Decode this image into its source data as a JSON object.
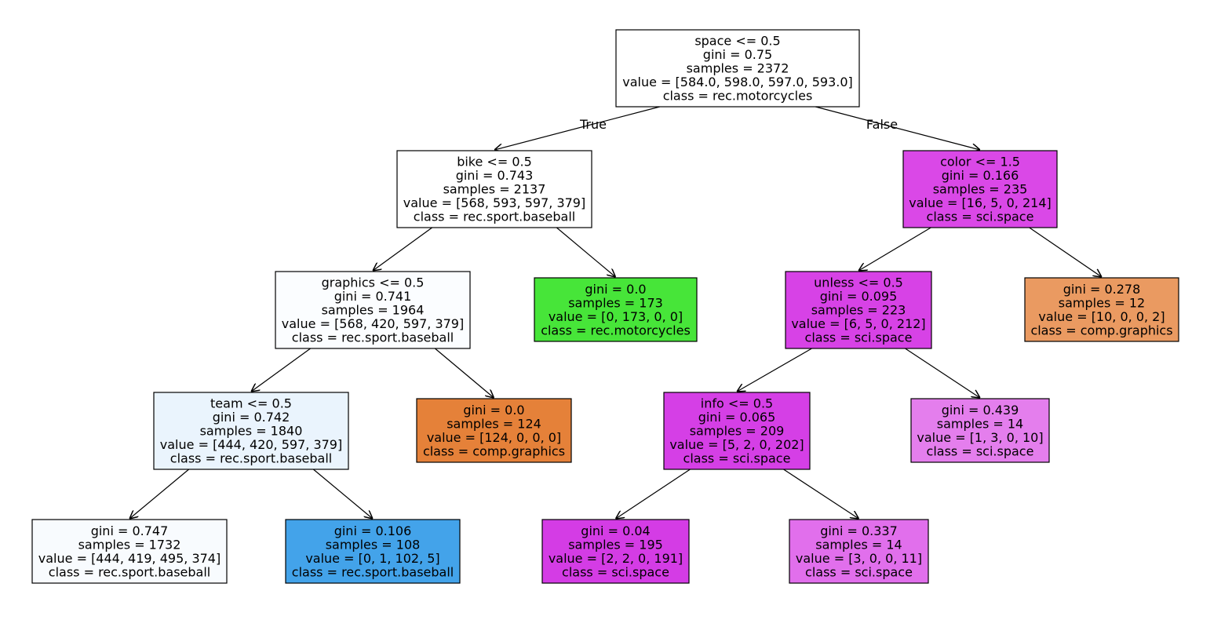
{
  "tree": {
    "edge_labels": {
      "true": "True",
      "false": "False"
    },
    "nodes": [
      {
        "id": "n0",
        "lines": [
          "space <= 0.5",
          "gini = 0.75",
          "samples = 2372",
          "value = [584.0, 598.0, 597.0, 593.0]",
          "class = rec.motorcycles"
        ],
        "fill": "#ffffff"
      },
      {
        "id": "n1",
        "lines": [
          "bike <= 0.5",
          "gini = 0.743",
          "samples = 2137",
          "value = [568, 593, 597, 379]",
          "class = rec.sport.baseball"
        ],
        "fill": "#ffffff"
      },
      {
        "id": "n2",
        "lines": [
          "graphics <= 0.5",
          "gini = 0.741",
          "samples = 1964",
          "value = [568, 420, 597, 379]",
          "class = rec.sport.baseball"
        ],
        "fill": "#fbfdff"
      },
      {
        "id": "n3",
        "lines": [
          "team <= 0.5",
          "gini = 0.742",
          "samples = 1840",
          "value = [444, 420, 597, 379]",
          "class = rec.sport.baseball"
        ],
        "fill": "#eaf4fd"
      },
      {
        "id": "n4",
        "lines": [
          "gini = 0.747",
          "samples = 1732",
          "value = [444, 419, 495, 374]",
          "class = rec.sport.baseball"
        ],
        "fill": "#f8fbfe"
      },
      {
        "id": "n5",
        "lines": [
          "gini = 0.106",
          "samples = 108",
          "value = [0, 1, 102, 5]",
          "class = rec.sport.baseball"
        ],
        "fill": "#43a3ea"
      },
      {
        "id": "n6",
        "lines": [
          "gini = 0.0",
          "samples = 124",
          "value = [124, 0, 0, 0]",
          "class = comp.graphics"
        ],
        "fill": "#e58139"
      },
      {
        "id": "n7",
        "lines": [
          "gini = 0.0",
          "samples = 173",
          "value = [0, 173, 0, 0]",
          "class = rec.motorcycles"
        ],
        "fill": "#47e539"
      },
      {
        "id": "n8",
        "lines": [
          "color <= 1.5",
          "gini = 0.166",
          "samples = 235",
          "value = [16, 5, 0, 214]",
          "class = sci.space"
        ],
        "fill": "#da48e7"
      },
      {
        "id": "n9",
        "lines": [
          "unless <= 0.5",
          "gini = 0.095",
          "samples = 223",
          "value = [6, 5, 0, 212]",
          "class = sci.space"
        ],
        "fill": "#d742e6"
      },
      {
        "id": "n10",
        "lines": [
          "info <= 0.5",
          "gini = 0.065",
          "samples = 209",
          "value = [5, 2, 0, 202]",
          "class = sci.space"
        ],
        "fill": "#d53fe6"
      },
      {
        "id": "n11",
        "lines": [
          "gini = 0.04",
          "samples = 195",
          "value = [2, 2, 0, 191]",
          "class = sci.space"
        ],
        "fill": "#d43ce5"
      },
      {
        "id": "n12",
        "lines": [
          "gini = 0.337",
          "samples = 14",
          "value = [3, 0, 0, 11]",
          "class = sci.space"
        ],
        "fill": "#e16fec"
      },
      {
        "id": "n13",
        "lines": [
          "gini = 0.439",
          "samples = 14",
          "value = [1, 3, 0, 10]",
          "class = sci.space"
        ],
        "fill": "#e47eed"
      },
      {
        "id": "n14",
        "lines": [
          "gini = 0.278",
          "samples = 12",
          "value = [10, 0, 0, 2]",
          "class = comp.graphics"
        ],
        "fill": "#ea9a61"
      }
    ],
    "edges": [
      {
        "from": "n0",
        "to": "n1",
        "label": "true"
      },
      {
        "from": "n0",
        "to": "n8",
        "label": "false"
      },
      {
        "from": "n1",
        "to": "n2"
      },
      {
        "from": "n1",
        "to": "n7"
      },
      {
        "from": "n2",
        "to": "n3"
      },
      {
        "from": "n2",
        "to": "n6"
      },
      {
        "from": "n3",
        "to": "n4"
      },
      {
        "from": "n3",
        "to": "n5"
      },
      {
        "from": "n8",
        "to": "n9"
      },
      {
        "from": "n8",
        "to": "n14"
      },
      {
        "from": "n9",
        "to": "n10"
      },
      {
        "from": "n9",
        "to": "n13"
      },
      {
        "from": "n10",
        "to": "n11"
      },
      {
        "from": "n10",
        "to": "n12"
      }
    ]
  }
}
